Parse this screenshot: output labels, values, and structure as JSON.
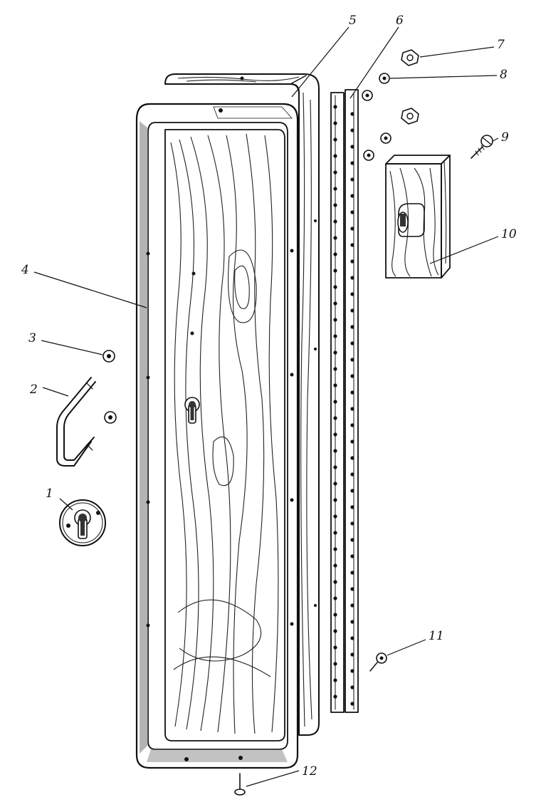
{
  "diagram": {
    "callouts": [
      {
        "id": "c1",
        "label": "1"
      },
      {
        "id": "c2",
        "label": "2"
      },
      {
        "id": "c3",
        "label": "3"
      },
      {
        "id": "c4",
        "label": "4"
      },
      {
        "id": "c5",
        "label": "5"
      },
      {
        "id": "c6",
        "label": "6"
      },
      {
        "id": "c7",
        "label": "7"
      },
      {
        "id": "c8",
        "label": "8"
      },
      {
        "id": "c9",
        "label": "9"
      },
      {
        "id": "c10",
        "label": "10"
      },
      {
        "id": "c11",
        "label": "11"
      },
      {
        "id": "c12",
        "label": "12"
      }
    ],
    "colors": {
      "ink": "#111111",
      "paper": "#ffffff"
    }
  }
}
